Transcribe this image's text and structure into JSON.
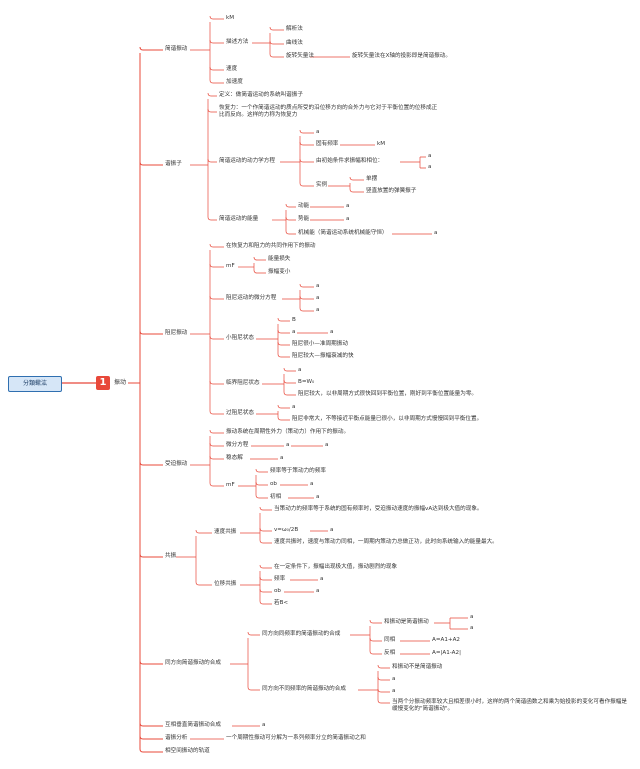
{
  "root": "分類蠍汯",
  "chapter": {
    "num": "1",
    "title": "振动"
  },
  "colors": {
    "accent": "#e8483a",
    "line": "#e8483a",
    "root_border": "#2f6fb0",
    "root_fill": "#d6e6f7",
    "text": "#333333"
  },
  "b1": {
    "title": "简谐振动",
    "kM": "kM",
    "desc": "描述方法",
    "desc_items": [
      "解析法",
      "曲线法",
      "旋转矢量法"
    ],
    "rot_note": "旋转矢量法在X轴的投影即是简谐振动。",
    "speed": "速度",
    "accel": "加速度"
  },
  "b2": {
    "title": "谐振子",
    "def": "定义：做简谐运动的系统叫谐振子",
    "restore": "恢复力：一个作简谐运动的质点所受的沿位移方向的合外力与它对于平衡位置的位移成正比而反向。这样的力称为恢复力",
    "dyn": "简谐运动的动力学方程",
    "dyn_a": "a",
    "freq": "固有频率",
    "freq_v": "kM",
    "init": "由初始条件求振幅和相位：",
    "init_a1": "a",
    "init_a2": "a",
    "ex": "实例",
    "ex1": "单摆",
    "ex2": "竖直放置的弹簧振子",
    "energy": "简谐运动的能量",
    "ek": "动能",
    "ek_v": "a",
    "ep": "势能",
    "ep_v": "a",
    "em": "机械能（简谐运动系统机械能守恒）",
    "em_v": "a"
  },
  "b3": {
    "title": "阻尼振动",
    "intro": "在恢复力和阻力的共同作用下的振动",
    "mf": "mF",
    "mf1": "能量损失",
    "mf2": "振幅变小",
    "eq": "阻尼运动的微分方程",
    "eq_a": [
      "a",
      "a",
      "a"
    ],
    "small": "小阻尼状态",
    "small_b": "B",
    "small_a1": "a",
    "small_a2": "a",
    "small_t1": "阻尼很小—准周期振动",
    "small_t2": "阻尼较大—振幅衰减的快",
    "crit": "临界阻尼状态",
    "crit_a": "a",
    "crit_b": "B=W₀",
    "crit_t": "阻尼较大，以非周期方式很快回到平衡位置，刚好到平衡位置能量为零。",
    "over": "过阻尼状态",
    "over_a": "a",
    "over_t": "阻尼非常大，不等接近平衡点能量已很小，以非周期方式慢慢回到平衡位置。"
  },
  "b4": {
    "title": "受迫振动",
    "intro": "振动系统在周期性外力（策动力）作用下的振动。",
    "diff": "微分方程",
    "diff_a1": "a",
    "diff_a2": "a",
    "steady": "稳态解",
    "steady_a": "a",
    "mf": "mF",
    "mf1": "频率等于策动力的频率",
    "ob": "ob",
    "ob_a": "a",
    "phase": "初相",
    "phase_a": "a"
  },
  "b5": {
    "title": "共振",
    "speed": "速度共振",
    "speed_t1": "当策动力的频率等于系统的固有频率时，受迫振动速度的振幅vA达到极大值的现象。",
    "speed_v": "v=ω₀/2B",
    "speed_a": "a",
    "speed_t2": "速度共振时，速度与策动力同相，一周期内策动力总做正功，此时向系统输入的能量最大。",
    "disp": "位移共振",
    "disp_t": "在一定条件下，振幅出现极大值，振动剧烈的现象",
    "disp_f": "频率",
    "disp_f_a": "a",
    "disp_ob": "ob",
    "disp_ob_a": "a",
    "disp_r": "若B<"
  },
  "b6": {
    "title": "同方向简谐振动的合成",
    "same": "同方向同频率的简谐振动的合成",
    "same_t": "和振动是简谐振动",
    "same_a1": "a",
    "same_a2": "a",
    "in": "同相",
    "in_v": "A=A1+A2",
    "anti": "反相",
    "anti_v": "A=|A1-A2|",
    "diff": "同方向不同频率的简谐振动的合成",
    "diff_t1": "和振动不是简谐振动",
    "diff_a1": "a",
    "diff_a2": "a",
    "diff_t2": "当两个分振动频率较大且相差很小时，这样的两个简谐函数之和乘为始投影的变化可看作振幅是缓慢变化的\"简谐振动\"。"
  },
  "b7": {
    "title": "互相垂直简谐振动合成",
    "a": "a"
  },
  "b8": {
    "title": "谐振分析",
    "t": "一个周期性振动可分解为一系列频率分立的简谐振动之和"
  },
  "b9": {
    "title": "相空间振动的轨道"
  }
}
